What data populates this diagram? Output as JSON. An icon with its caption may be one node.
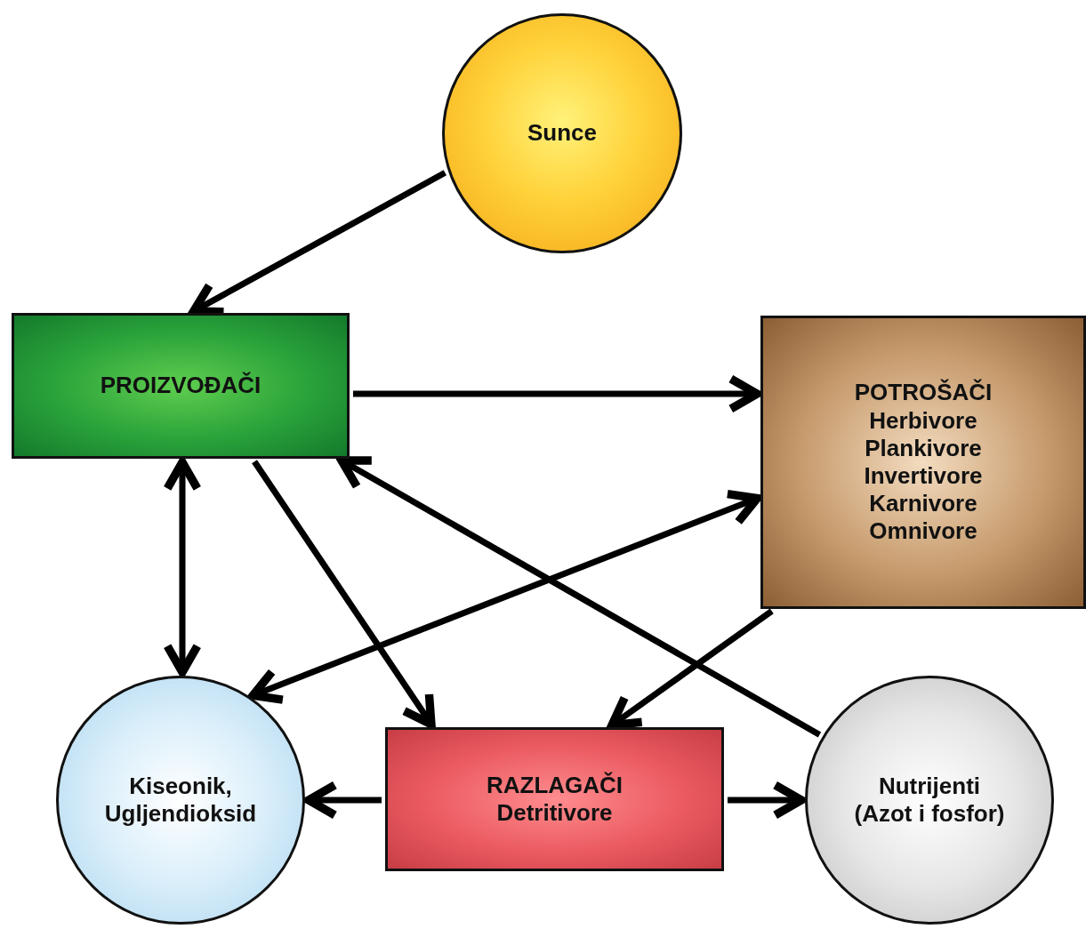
{
  "diagram": {
    "nodes": [
      {
        "text": [
          "Sunce"
        ]
      },
      {
        "text": [
          "PROIZVOĐAČI"
        ]
      },
      {
        "text": [
          "POTROŠAČI",
          "Herbivore",
          "Plankivore",
          "Invertivore",
          "Karnivore",
          "Omnivore"
        ]
      },
      {
        "text": [
          "Kiseonik, Ugljendioksid"
        ]
      },
      {
        "text": [
          "RAZLAGAČI",
          "Detritivore"
        ]
      },
      {
        "text": [
          "Nutrijenti",
          "(Azot i fosfor)"
        ]
      }
    ],
    "edges": [
      {
        "from": 0,
        "to": 1,
        "arrow": "to"
      },
      {
        "from": 1,
        "to": 2,
        "arrow": "to"
      },
      {
        "from": 1,
        "to": 3,
        "arrow": "both"
      },
      {
        "from": 1,
        "to": 4,
        "arrow": "to"
      },
      {
        "from": 2,
        "to": 3,
        "arrow": "both"
      },
      {
        "from": 5,
        "to": 1,
        "arrow": "to"
      },
      {
        "from": 2,
        "to": 4,
        "arrow": "to"
      },
      {
        "from": 4,
        "to": 3,
        "arrow": "to"
      },
      {
        "from": 4,
        "to": 5,
        "arrow": "to"
      }
    ]
  }
}
